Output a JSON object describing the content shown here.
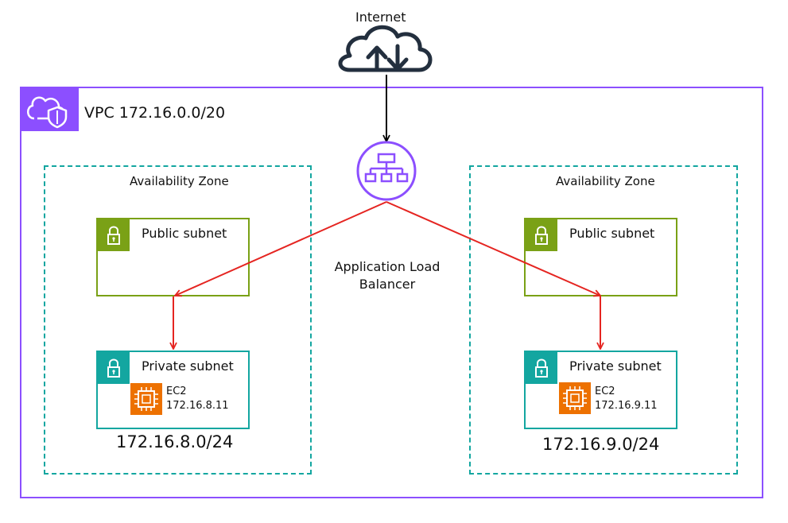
{
  "internet": {
    "label": "Internet"
  },
  "vpc": {
    "label": "VPC 172.16.0.0/20"
  },
  "alb": {
    "label_line1": "Application Load",
    "label_line2": "Balancer"
  },
  "zones": [
    {
      "label": "Availability Zone",
      "public_subnet": "Public subnet",
      "private_subnet": "Private subnet",
      "ec2": {
        "name": "EC2",
        "ip": "172.16.8.11"
      },
      "cidr": "172.16.8.0/24"
    },
    {
      "label": "Availability Zone",
      "public_subnet": "Public subnet",
      "private_subnet": "Private subnet",
      "ec2": {
        "name": "EC2",
        "ip": "172.16.9.11"
      },
      "cidr": "172.16.9.0/24"
    }
  ],
  "colors": {
    "vpc": "#8c4fff",
    "availability_zone": "#13a6a0",
    "public_subnet": "#7aa116",
    "private_subnet": "#13a6a0",
    "ec2": "#ed7100",
    "traffic_arrow": "#e52521",
    "internet_arrow": "#000000"
  },
  "icons": [
    "cloud-internet-icon",
    "vpc-icon",
    "alb-icon",
    "lock-icon",
    "ec2-chip-icon"
  ]
}
